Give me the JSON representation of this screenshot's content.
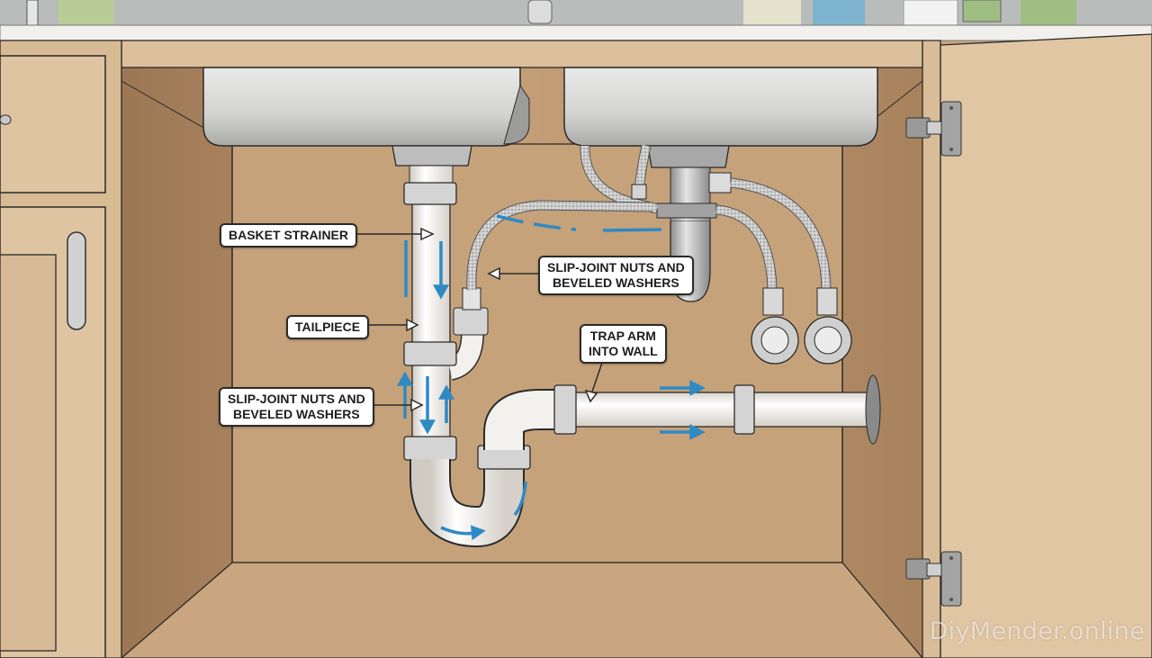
{
  "diagram": {
    "subject": "Under-sink double basin drain and P-trap assembly",
    "labels": {
      "basket_strainer": "BASKET STRAINER",
      "tailpiece": "TAILPIECE",
      "slip_joint_left": {
        "line1": "SLIP-JOINT NUTS AND",
        "line2": "BEVELED WASHERS"
      },
      "slip_joint_right": {
        "line1": "SLIP-JOINT NUTS AND",
        "line2": "BEVELED WASHERS"
      },
      "trap_arm": {
        "line1": "TRAP ARM",
        "line2": "INTO WALL"
      }
    },
    "watermark": "DiyMender.online",
    "colors": {
      "flow_arrow": "#2f8ac4",
      "pvc_pipe": "#f2f0ec",
      "cabinet_wood": "#dcc09c",
      "cabinet_interior": "#a8835c",
      "stainless": "#c4c4c4",
      "outline": "#2a2a2a"
    }
  }
}
